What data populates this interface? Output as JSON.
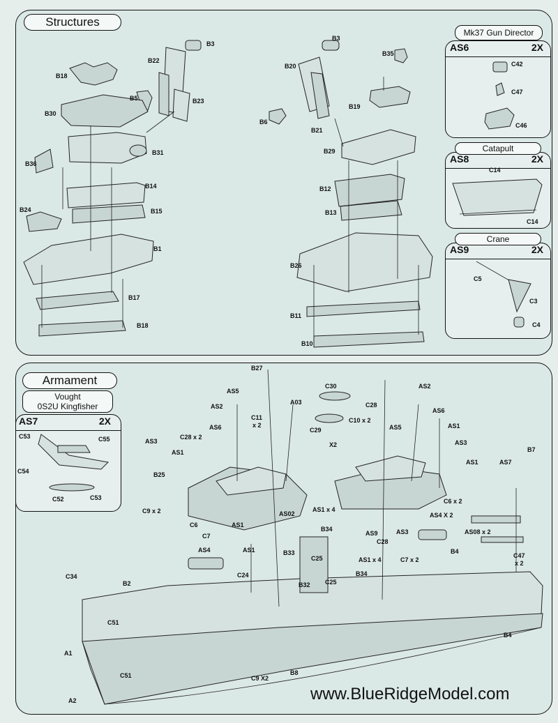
{
  "sections": {
    "structures": "Structures",
    "armament": "Armament"
  },
  "boxes": {
    "as6": {
      "title": "Mk37 Gun Director",
      "code": "AS6",
      "qty": "2X",
      "parts": [
        "C42",
        "C47",
        "C46"
      ]
    },
    "as8": {
      "title": "Catapult",
      "code": "AS8",
      "qty": "2X",
      "parts": [
        "C14",
        "C14"
      ]
    },
    "as9": {
      "title": "Crane",
      "code": "AS9",
      "qty": "2X",
      "parts": [
        "C5",
        "C3",
        "C4"
      ]
    },
    "as7": {
      "title_line1": "Vought",
      "title_line2": "0S2U Kingfisher",
      "code": "AS7",
      "qty": "2X",
      "parts": [
        "C53",
        "C55",
        "C54",
        "C52",
        "C53"
      ]
    }
  },
  "structures_left_labels": [
    "B3",
    "B22",
    "B18",
    "B5",
    "B23",
    "B30",
    "B31",
    "B36",
    "B14",
    "B24",
    "B15",
    "B1",
    "B17",
    "B18"
  ],
  "structures_right_labels": [
    "B3",
    "B35",
    "B20",
    "B19",
    "B6",
    "B21",
    "B29",
    "B12",
    "B13",
    "B26",
    "B11",
    "B10"
  ],
  "armament_labels": [
    "B27",
    "AS5",
    "C30",
    "C28",
    "AS2",
    "AS2",
    "C11",
    "x 2",
    "A03",
    "C10 x 2",
    "AS6",
    "AS6",
    "C29",
    "AS5",
    "AS1",
    "C28 x 2",
    "X2",
    "AS3",
    "AS3",
    "AS1",
    "AS1",
    "B7",
    "B25",
    "AS7",
    "C9 x 2",
    "C6 x 2",
    "AS02",
    "AS1 x 4",
    "AS4 X 2",
    "C6",
    "AS1",
    "C7",
    "B34",
    "AS9",
    "C28",
    "AS3",
    "AS08 x 2",
    "AS4",
    "AS1",
    "B33",
    "C25",
    "AS1 x 4",
    "C7 x 2",
    "B4",
    "C47",
    "x 2",
    "C24",
    "B34",
    "C34",
    "B2",
    "C25",
    "B32",
    "C51",
    "B4",
    "A1",
    "B8",
    "C51",
    "C9 X2",
    "A2"
  ],
  "website": "www.BlueRidgeModel.com"
}
